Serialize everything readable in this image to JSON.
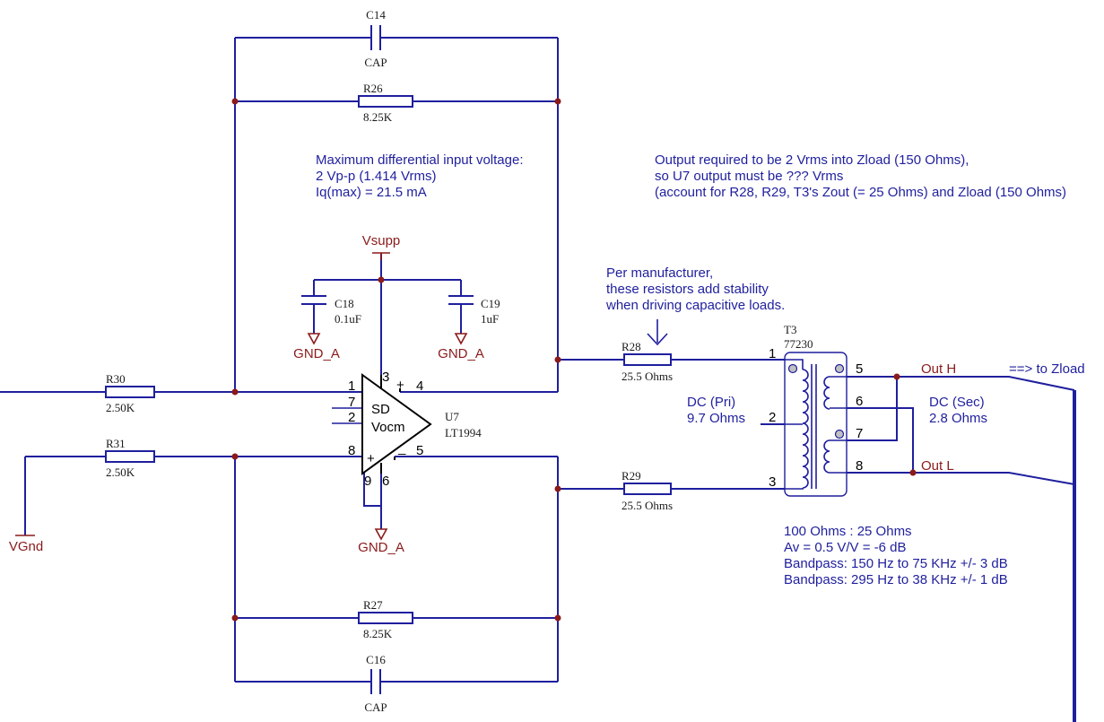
{
  "components": {
    "c14": {
      "ref": "C14",
      "value": "CAP"
    },
    "r26": {
      "ref": "R26",
      "value": "8.25K"
    },
    "c18": {
      "ref": "C18",
      "value": "0.1uF"
    },
    "c19": {
      "ref": "C19",
      "value": "1uF"
    },
    "r28": {
      "ref": "R28",
      "value": "25.5 Ohms"
    },
    "r29": {
      "ref": "R29",
      "value": "25.5 Ohms"
    },
    "r30": {
      "ref": "R30",
      "value": "2.50K"
    },
    "r31": {
      "ref": "R31",
      "value": "2.50K"
    },
    "r27": {
      "ref": "R27",
      "value": "8.25K"
    },
    "c16": {
      "ref": "C16",
      "value": "CAP"
    },
    "u7": {
      "ref": "U7",
      "value": "LT1994",
      "sd": "SD",
      "vocm": "Vocm"
    },
    "t3": {
      "ref": "T3",
      "value": "77230"
    }
  },
  "pins": {
    "u7": {
      "p1": "1",
      "p2": "2",
      "p3": "3",
      "p4": "4",
      "p5": "5",
      "p6": "6",
      "p7": "7",
      "p8": "8",
      "p9": "9",
      "plus_top": "+",
      "minus_bot": "_",
      "plus_bot": "+"
    },
    "t3": {
      "p1": "1",
      "p2": "2",
      "p3": "3",
      "p5": "5",
      "p6": "6",
      "p7": "7",
      "p8": "8"
    }
  },
  "nets": {
    "vsupp": "Vsupp",
    "gnd_a_c18": "GND_A",
    "gnd_a_c19": "GND_A",
    "gnd_a_u7": "GND_A",
    "vgnd": "VGnd",
    "out_h": "Out  H",
    "out_l": "Out  L",
    "to_zload": "==> to Zload"
  },
  "notes": {
    "max_input": [
      "Maximum differential input voltage:",
      " 2 Vp-p (1.414 Vrms)",
      "Iq(max) = 21.5 mA"
    ],
    "output_req": [
      "Output required to be 2 Vrms into Zload (150 Ohms),",
      " so U7 output must be ??? Vrms",
      " (account for R28, R29, T3's Zout (= 25 Ohms) and Zload (150 Ohms)"
    ],
    "stability": [
      "Per manufacturer,",
      "these resistors add stability",
      "when driving capacitive loads."
    ],
    "dc_pri": [
      "DC (Pri)",
      "9.7 Ohms"
    ],
    "dc_sec": [
      "DC (Sec)",
      "2.8 Ohms"
    ],
    "transformer": [
      "100 Ohms : 25 Ohms",
      "Av = 0.5 V/V = -6 dB",
      "Bandpass: 150 Hz to 75 KHz +/- 3 dB",
      "Bandpass: 295 Hz to 38 KHz +/- 1 dB"
    ]
  },
  "colors": {
    "wire": "#1f1f9e",
    "net_label": "#8b1a1a",
    "symbol": "#000000",
    "background": "#ffffff"
  }
}
